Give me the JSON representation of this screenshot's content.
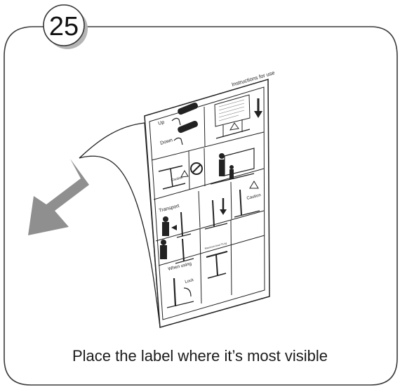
{
  "step": {
    "number": "25"
  },
  "caption": "Place the label where it’s most visible",
  "label": {
    "title": "Instructions for use",
    "panels": {
      "up": "Up",
      "down": "Down",
      "caution_1": "Caution",
      "caution_2": "Caution",
      "transport": "Transport",
      "when_using": "When using",
      "lock": "Lock",
      "max_load": "Maximum load 75 kg"
    }
  },
  "colors": {
    "frame": "#3a3a3a",
    "arrow": "#8f8f8f",
    "badge_shadow": "#b5b5b5",
    "line": "#222222"
  }
}
